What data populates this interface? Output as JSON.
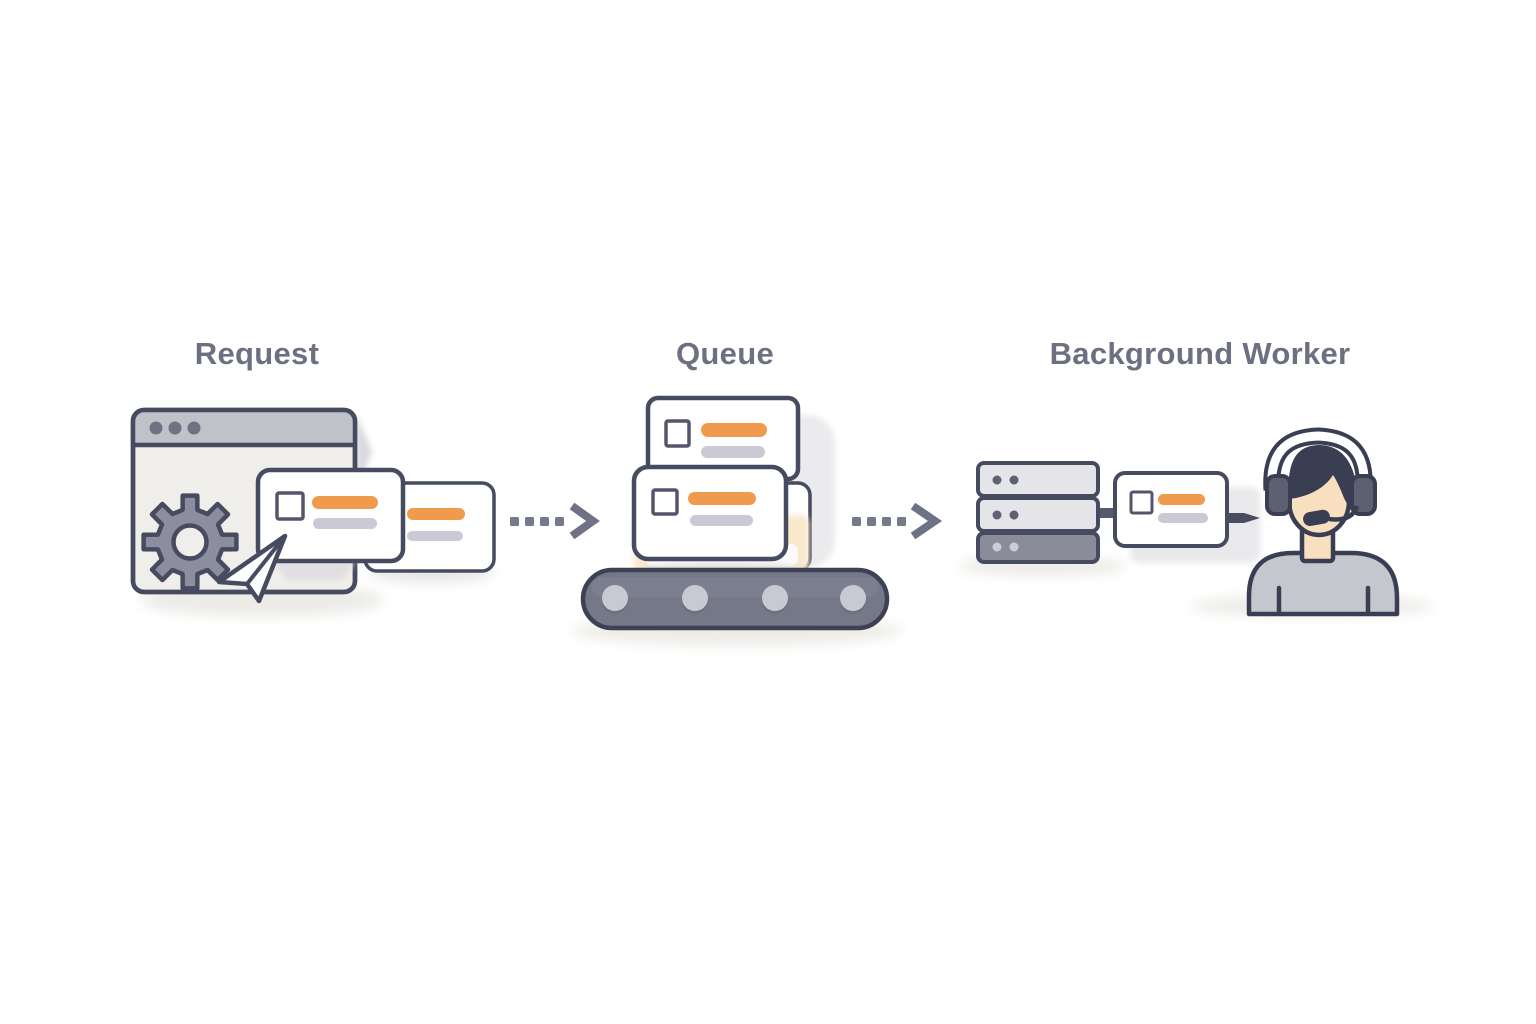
{
  "diagram": {
    "background": "#ffffff",
    "palette": {
      "outline": "#474b5f",
      "outline_dark": "#3a3e52",
      "accent_orange": "#f09a4e",
      "muted_bar_gray": "#c9cad4",
      "title_text": "#6d7080",
      "browser_titlebar_gray": "#c0c1c9",
      "surface_beige": "#f0eeea",
      "gear_gray": "#8c8ea0",
      "belt_gray": "#757887",
      "roller_gray": "#c8c9d3",
      "server_light": "#e4e4e9",
      "server_dark": "#8a8c99",
      "shirt_gray": "#c5c6ce",
      "skin_tone": "#f8dfc0",
      "soft_shadow": "#ecebe7",
      "peach_glow": "#f8e9cd",
      "arrow_gray": "#767988"
    },
    "steps": [
      {
        "id": "request",
        "label": "Request",
        "icons": [
          "browser-window-icon",
          "gear-icon",
          "paper-plane-cursor-icon",
          "task-card",
          "task-card"
        ]
      },
      {
        "id": "queue",
        "label": "Queue",
        "icons": [
          "task-card",
          "task-card",
          "conveyor-belt-icon"
        ]
      },
      {
        "id": "background-worker",
        "label": "Background Worker",
        "icons": [
          "server-stack-icon",
          "task-card",
          "support-agent-icon"
        ]
      }
    ],
    "connectors": [
      {
        "from": "request",
        "to": "queue",
        "type": "dotted-arrow"
      },
      {
        "from": "queue",
        "to": "background-worker",
        "type": "dotted-arrow"
      }
    ]
  }
}
